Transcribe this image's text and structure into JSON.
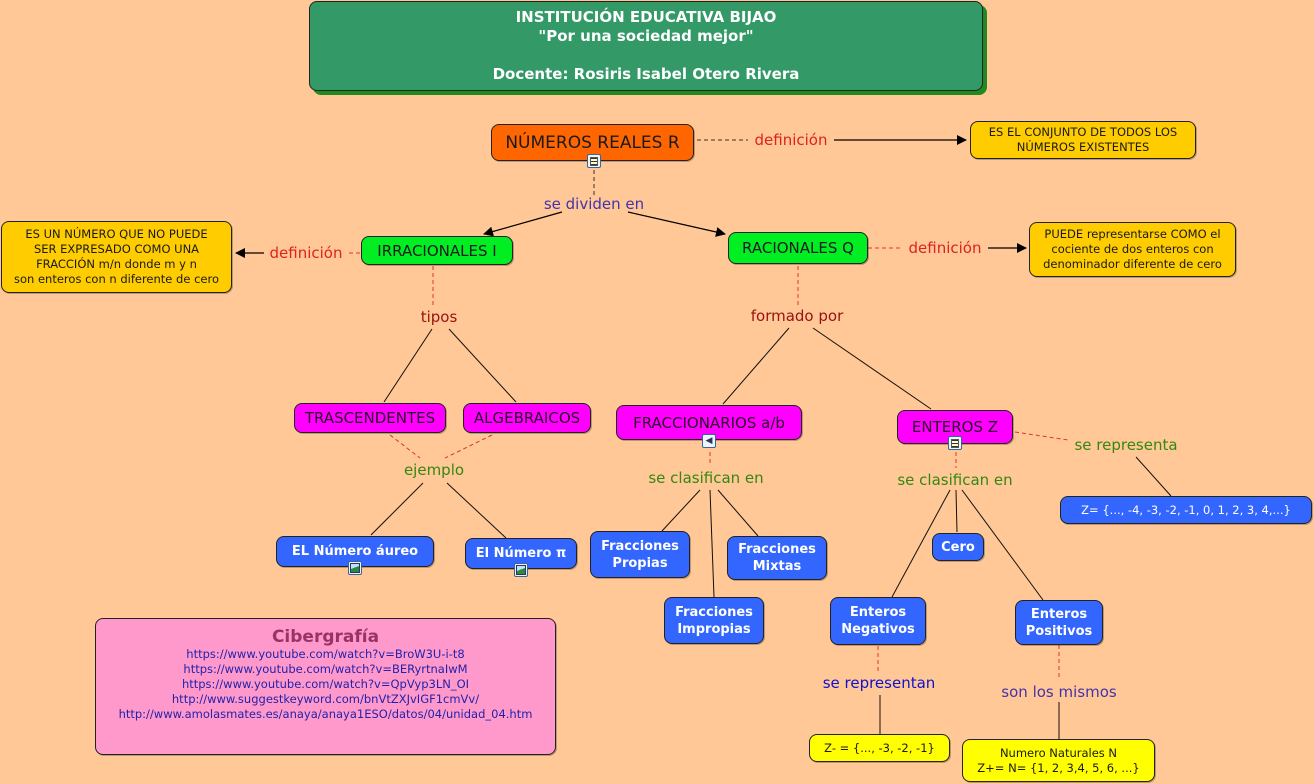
{
  "header": {
    "line1": "INSTITUCIÓN EDUCATIVA BIJAO",
    "line2": "\"Por una sociedad mejor\"",
    "line3": "Docente: Rosiris Isabel Otero Rivera"
  },
  "concepts": {
    "reales": "NÚMEROS REALES R",
    "reales_def": [
      "ES EL CONJUNTO DE TODOS LOS",
      "NÚMEROS EXISTENTES"
    ],
    "irracionales": "IRRACIONALES I",
    "irracionales_def": [
      "ES UN NÚMERO QUE NO PUEDE",
      "SER EXPRESADO COMO UNA",
      "FRACCIÓN m/n donde m y n",
      "son enteros con n diferente de cero"
    ],
    "racionales": "RACIONALES Q",
    "racionales_def": [
      "PUEDE representarse COMO el",
      "cociente de dos enteros con",
      "denominador  diferente de cero"
    ],
    "trascendentes": "TRASCENDENTES",
    "algebraicos": "ALGEBRAICOS",
    "aureo": "EL Número áureo",
    "pi": "El Número π",
    "fraccionarios": "FRACCIONARIOS a/b",
    "enteros": "ENTEROS Z",
    "f_propias": [
      "Fracciones",
      "Propias"
    ],
    "f_mixtas": [
      "Fracciones",
      "Mixtas"
    ],
    "f_impropias": [
      "Fracciones",
      "Impropias"
    ],
    "z_set": "Z= {..., -4, -3, -2, -1, 0, 1, 2, 3, 4,...}",
    "cero": "Cero",
    "e_negativos": [
      "Enteros",
      "Negativos"
    ],
    "e_positivos": [
      "Enteros",
      "Positivos"
    ],
    "z_minus": "Z- = {..., -3, -2, -1}",
    "naturales": [
      "Numero Naturales N",
      "Z+= N= {1, 2, 3,4, 5, 6, ...}"
    ]
  },
  "linking_phrases": {
    "definicion_reales": "definición",
    "se_dividen_en": "se dividen en",
    "definicion_irr": "definición",
    "definicion_rac": "definición",
    "tipos": "tipos",
    "formado_por": "formado por",
    "ejemplo": "ejemplo",
    "se_clasifican_frac": "se clasifican en",
    "se_clasifican_ent": "se clasifican en",
    "se_representa": "se representa",
    "se_representan": "se representan",
    "son_los_mismos": "son los mismos"
  },
  "cibergrafia": {
    "title": "Cibergrafía",
    "links": [
      "https://www.youtube.com/watch?v=BroW3U-i-t8",
      "https://www.youtube.com/watch?v=BERyrtnaIwM",
      "https://www.youtube.com/watch?v=QpVyp3LN_OI",
      "http://www.suggestkeyword.com/bnVtZXJvIGF1cmVv/",
      "http://www.amolasmates.es/anaya/anaya1ESO/datos/04/unidad_04.htm"
    ]
  },
  "resource_icons": {
    "reales": "document-icon",
    "fraccionarios": "audio-icon",
    "enteros": "document-icon",
    "aureo": "image-icon",
    "pi": "image-icon"
  },
  "colors": {
    "background": "#FFC896",
    "header": "#339966",
    "root": "#FF6600",
    "main_category": "#00EE22",
    "subcategory": "#FF00FF",
    "leaf": "#3366FF",
    "definition": "#FFCC00",
    "set_notation": "#FFFF00",
    "references": "#FF99CC"
  }
}
